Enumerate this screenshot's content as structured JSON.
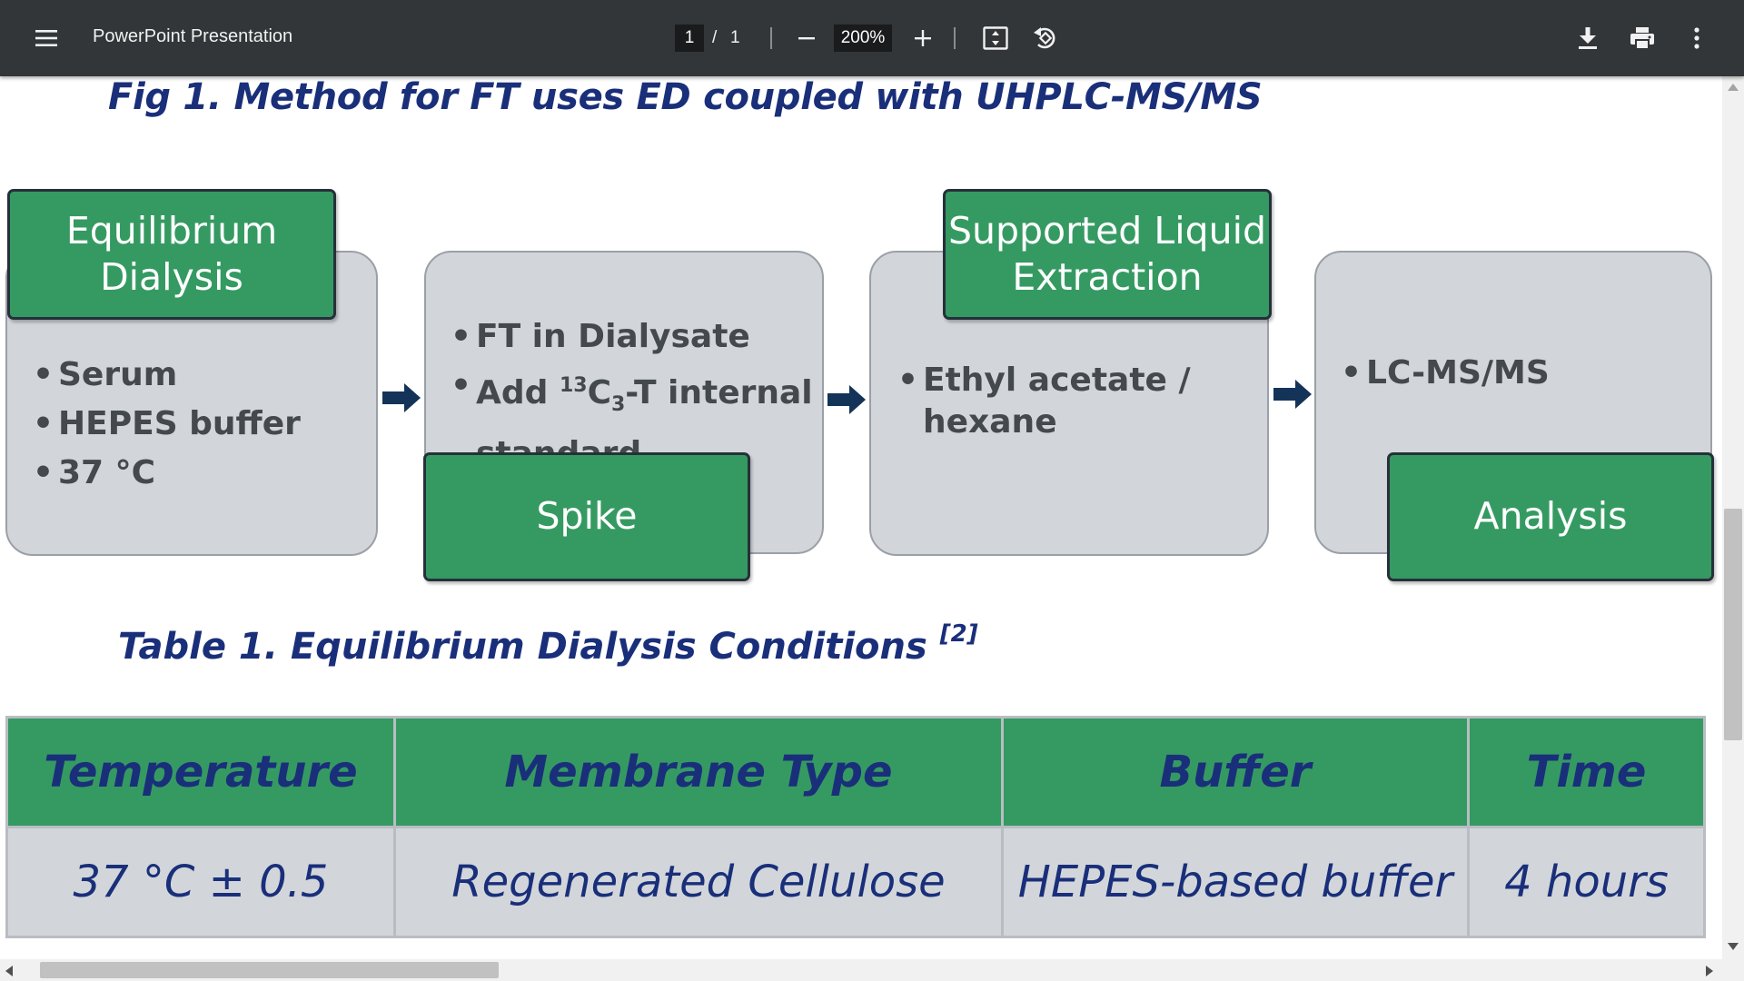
{
  "toolbar": {
    "title": "PowerPoint Presentation",
    "page_current": "1",
    "page_separator": "/",
    "page_total": "1",
    "zoom": "200%",
    "icons": [
      "menu-icon",
      "zoom-out-icon",
      "zoom-in-icon",
      "fit-page-icon",
      "rotate-icon",
      "download-icon",
      "print-icon",
      "more-options-icon"
    ]
  },
  "figure": {
    "title": "Fig 1. Method for FT uses ED coupled with UHPLC-MS/MS",
    "steps": [
      {
        "label_line1": "Equilibrium",
        "label_line2": "Dialysis",
        "bullets": [
          "Serum",
          "HEPES buffer",
          "37 °C"
        ]
      },
      {
        "label": "Spike",
        "bullet1": "FT in Dialysate",
        "bullet2_pre": "Add ",
        "bullet2_sup": "13",
        "bullet2_mid": "C",
        "bullet2_sub": "3",
        "bullet2_post": "-T internal",
        "bullet2_cont": "standard"
      },
      {
        "label_line1": "Supported Liquid",
        "label_line2": "Extraction",
        "bullet_line1": "Ethyl acetate /",
        "bullet_line2": "hexane"
      },
      {
        "label": "Analysis",
        "bullets": [
          "LC-MS/MS"
        ]
      }
    ]
  },
  "table": {
    "title": "Table 1. Equilibrium Dialysis Conditions ",
    "title_ref": "[2]",
    "headers": [
      "Temperature",
      "Membrane Type",
      "Buffer",
      "Time"
    ],
    "row": [
      "37 °C ± 0.5",
      "Regenerated Cellulose",
      "HEPES-based buffer",
      "4 hours"
    ]
  },
  "colors": {
    "toolbar_bg": "#323639",
    "label_green": "#359a62",
    "box_gray": "#d2d6da",
    "title_navy": "#1a2f7a",
    "arrow_navy": "#143358"
  }
}
